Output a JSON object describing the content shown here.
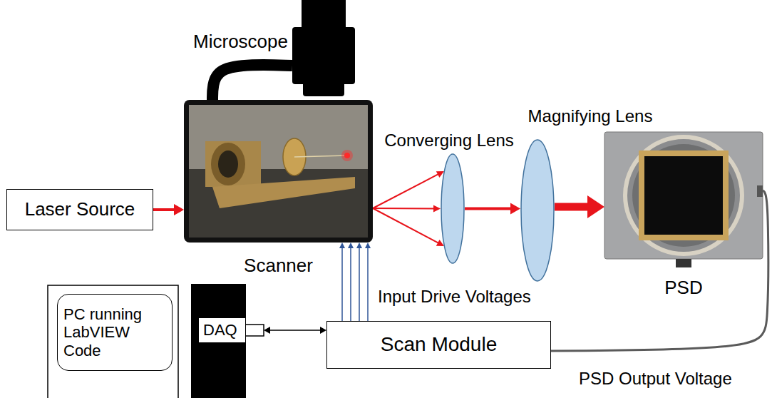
{
  "diagram": {
    "nodes": [
      {
        "text": [
          "Microscope"
        ]
      },
      {
        "text": [
          "Laser Source"
        ]
      },
      {
        "text": [
          "Scanner"
        ]
      },
      {
        "text": [
          "Converging Lens"
        ]
      },
      {
        "text": [
          "Magnifying Lens"
        ]
      },
      {
        "text": [
          "PSD"
        ]
      },
      {
        "text": [
          "PC running LabVIEW Code"
        ]
      },
      {
        "text": [
          "DAQ"
        ]
      },
      {
        "text": [
          "Scan Module"
        ]
      }
    ],
    "edges": [
      {
        "from": 1,
        "to": 2,
        "arrow": "to"
      },
      {
        "from": 2,
        "to": 3,
        "arrow": "to"
      },
      {
        "from": 3,
        "to": 4,
        "arrow": "to"
      },
      {
        "from": 4,
        "to": 5,
        "arrow": "to"
      },
      {
        "from": 7,
        "to": 8,
        "arrow": "both"
      },
      {
        "from": 8,
        "to": 2,
        "arrow": "to",
        "label": "Input Drive Voltages"
      },
      {
        "from": 5,
        "to": 8,
        "arrow": "none",
        "label": "PSD Output Voltage"
      },
      {
        "from": 0,
        "to": 2,
        "arrow": "none"
      }
    ]
  }
}
